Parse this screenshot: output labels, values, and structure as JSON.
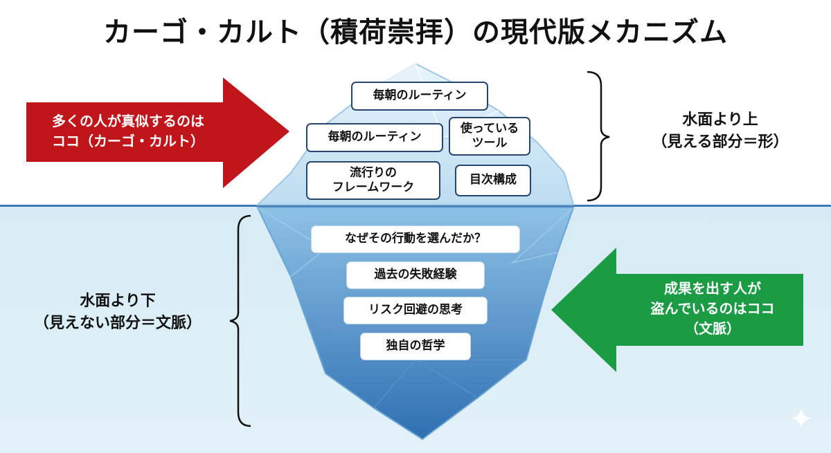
{
  "title": "カーゴ・カルト（積荷崇拝）の現代版メカニズム",
  "above": {
    "label": "水面より上\n（見える部分＝形）",
    "items": [
      "毎朝のルーティン",
      "毎朝のルーティン",
      "使っている\nツール",
      "流行りの\nフレームワーク",
      "目次構成"
    ]
  },
  "below": {
    "label": "水面より下\n（見えない部分＝文脈）",
    "items": [
      "なぜその行動を選んだか？",
      "過去の失敗経験",
      "リスク回避の思考",
      "独自の哲学"
    ]
  },
  "left_arrow": {
    "text": "多くの人が真似するのは\nココ（カーゴ・カルト）",
    "color": "#c0161b"
  },
  "right_arrow": {
    "text": "成果を出す人が\n盗んでいるのはココ\n（文脈）",
    "color": "#1c9b45"
  },
  "colors": {
    "water": "#d6ebf5",
    "waterline": "#3f78b4",
    "ice_top": "#cfe6f5",
    "ice_bottom": "#3d7fc1"
  }
}
